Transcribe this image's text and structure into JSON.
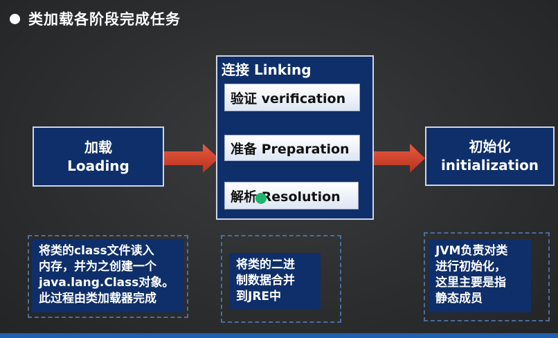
{
  "title": "类加载各阶段完成任务",
  "loading": {
    "line1": "加载",
    "line2": "Loading"
  },
  "linking": {
    "title": "连接 Linking",
    "steps": [
      "验证 verification",
      "准备 Preparation",
      "解析 Resolution"
    ]
  },
  "init": {
    "line1": "初始化",
    "line2": "initialization"
  },
  "notes": {
    "loading": [
      "将类的class文件读入",
      "内存，并为之创建一个",
      "java.lang.Class对象。",
      "此过程由类加载器完成"
    ],
    "linking": [
      "将类的二进",
      "制数据合并",
      "到JRE中"
    ],
    "init": [
      "JVM负责对类",
      "进行初始化，",
      "这里主要是指",
      "静态成员"
    ]
  },
  "colors": {
    "box": "#0f2f6a",
    "arrow": "#d0402c",
    "border": "#cfd6e6"
  }
}
